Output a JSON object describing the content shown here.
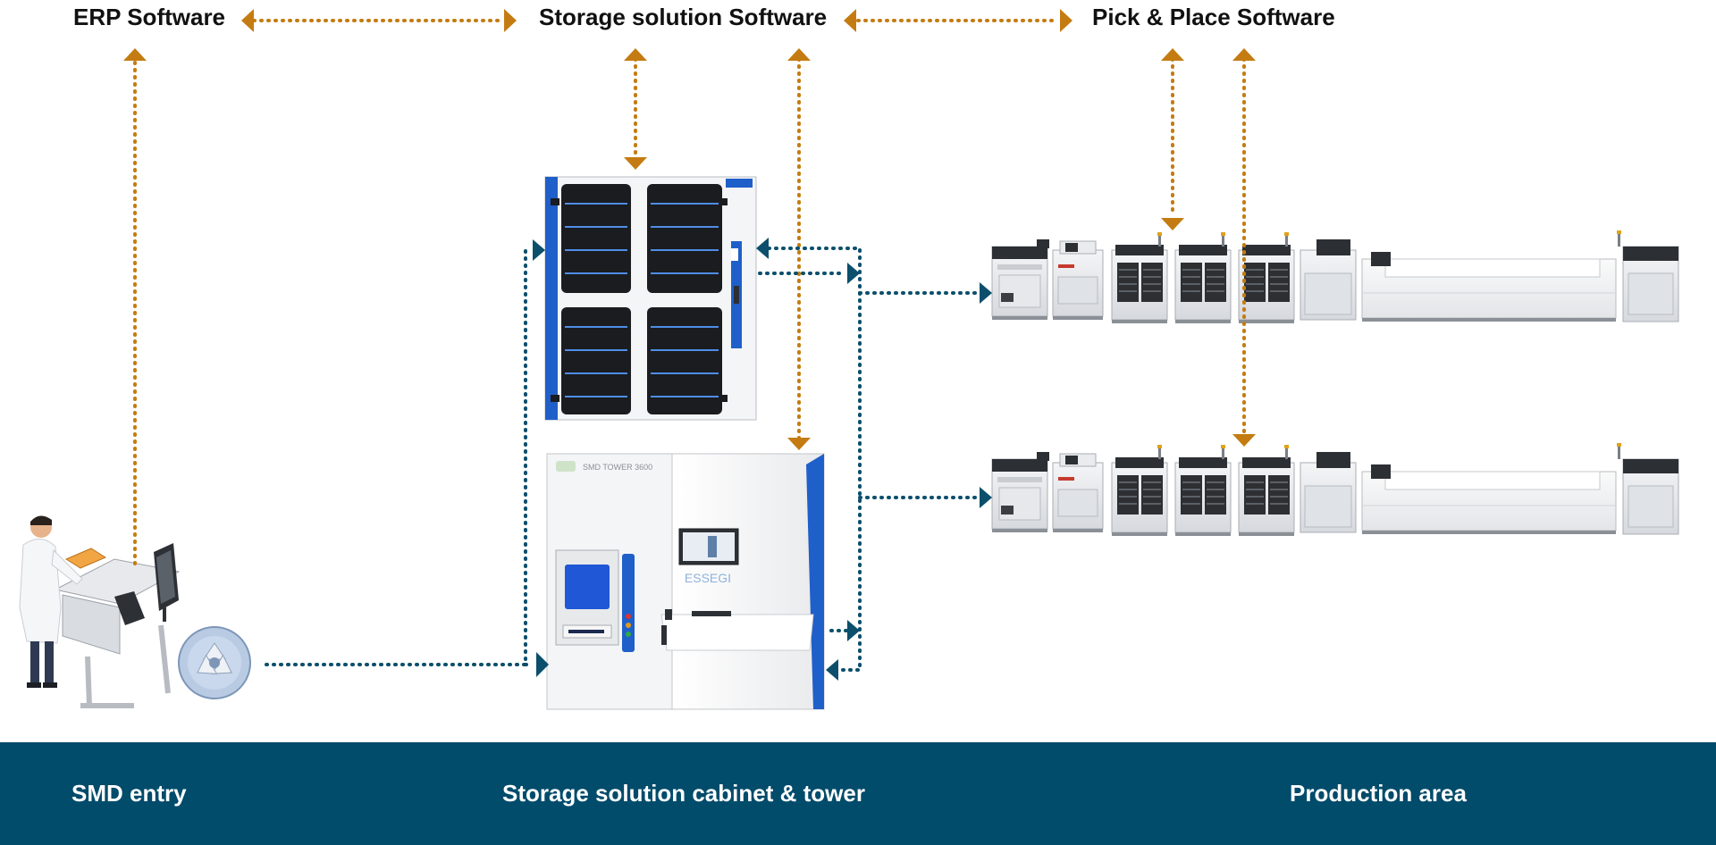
{
  "header": {
    "erp_label": "ERP Software",
    "storage_label": "Storage solution Software",
    "pnp_label": "Pick & Place Software"
  },
  "tower": {
    "brand": "ESSEGI",
    "model": "SMD TOWER 3600"
  },
  "footer": {
    "smd_entry": "SMD entry",
    "storage": "Storage solution cabinet & tower",
    "production": "Production area"
  },
  "colors": {
    "software_link": "#c47c12",
    "material_link": "#0b4f6c",
    "footer_bg": "#014b6b",
    "footer_text": "#ffffff",
    "accent_blue": "#1f5fc9"
  },
  "icons": [
    "operator-workstation-illustration",
    "smd-reel-illustration",
    "storage-cabinet-illustration",
    "storage-tower-illustration",
    "smt-production-line-illustration"
  ]
}
